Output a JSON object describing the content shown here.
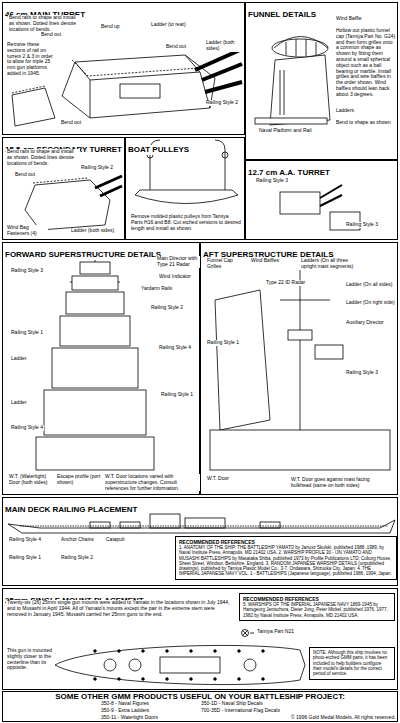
{
  "diagram": {
    "nodes": [
      {
        "text": [
          "46 cm MAIN TURRET"
        ]
      },
      {
        "text": [
          "FUNNEL DETAILS"
        ]
      },
      {
        "text": [
          "15.5 cm SECONDARY TURRET"
        ]
      },
      {
        "text": [
          "BOAT PULLEYS"
        ]
      },
      {
        "text": [
          "12.7 cm A.A. TURRET"
        ]
      },
      {
        "text": [
          "FORWARD SUPERSTRUCTURE DETAILS"
        ]
      },
      {
        "text": [
          "AFT SUPERSTRUCTURE DETAILS"
        ]
      },
      {
        "text": [
          "MAIN DECK RAILING PLACEMENT"
        ]
      },
      {
        "text": [
          "RECOMMENDED REFERENCES",
          "1. ANATOMY OF THE SHIP: THE BATTLESHIP YAMATO by Janusz Skulski, published 1988, 1989, by Naval Institute Press, Annapolis, MD 21402 USA. 2. WARSHIP PROFILE 30 - IJN YAMATO AND MUSASHI BATTLESHIPS by Masataka Shiba, published 1973 by Profile Publications LTD, Coburg House, Sheet Street, Windsor, Berkshire, England. 3. RANDOM JAPANESE WARSHIP DETAILS (unpublished drawings), published by Tamiya Plastic Model Co., 3-7, Ondawara, Shizuoka City, Japan. 4. THE IMPERIAL JAPANESE NAVY VOL. 1 - BATTLESHIPS (Japanese language), published 1986, 1994, Japan."
        ],
        "in": 7
      },
      {
        "text": [
          "25mm SINGLE MOUNT PLACEMENT"
        ]
      },
      {
        "text": [
          "RECOMMENDED REFERENCES",
          "5. WARSHIPS OF THE IMPERIAL JAPANESE NAVY 1869-1945 by Hansgeorg Jentschura, Dieter Jung, Peter Mickel, published 1976, 1977, 1982 by Naval Institute Press, Annapolis, MD 21402 USA."
        ],
        "in": 9
      },
      {
        "text": [
          "NOTE: Although this ship involves no photo-etched GMM parts, it has been included to help builders configure their model's details for the correct period of service."
        ],
        "in": 9
      },
      {
        "text": [
          "SOME OTHER GMM PRODUCTS USEFUL ON YOUR BATTLESHIP PROJECT:"
        ]
      }
    ],
    "labels": [
      "Bend rails to shape and install as shown. Dotted lines denote locations of bends.",
      "Bend out",
      "Bend up",
      "Ladder (to rear)",
      "Remove these sections of rail on turrets 2 & 3 in order to allow for triple 25 mm gun platforms added in 1945.",
      "Bend out",
      "Ladder (both sides)",
      "Bend out",
      "Railing Style 2",
      "Naval Platform and Rail",
      "Wind Baffle",
      "Hollow out plastic funnel cap (Tamiya Part No. G24) and then form grilles onto a common shape as shown by fitting them around a small spherical object such as a ball bearing or marble. Install grilles and wire baffles in the order shown. Wind baffles should lean back about 3 degrees.",
      "Ladders",
      "Bend to shape as shown",
      "Bend rails to shape and install as shown. Dotted lines denote locations of bends.",
      "Bend out",
      "Wind Bag Fasteners (4)",
      "Ladder (both sides)",
      "Railing Style 2",
      "Remove molded plastic pulleys from Tamiya Parts H16 and B8. Cut etched versions to desired length and install as shown.",
      "Railing Style 3",
      "Railing Style 3",
      "Main Director with Type 21 Radar",
      "Wind Indicator",
      "Yardarm Rails",
      "Railing Style 3",
      "Railing Style 2",
      "Railing Style 1",
      "Ladder",
      "Railing Style 4",
      "Railing Style 1",
      "Ladder",
      "Railing Style 4",
      "W.T. (Watertight) Door (both sides)",
      "Escape profile (port shown)",
      "W.T. Door locations varied with superstructure changes. Consult references for further information.",
      "Funnel Cap Grilles",
      "Wind Baffles",
      "Ladders (On all three upright mast segments)",
      "Type 22 ID Radar",
      "Ladder (On all sides)",
      "Ladder (On right side)",
      "Auxiliary Director",
      "Railing Style 1",
      "Railing Style 3",
      "W.T. Door",
      "W.T. Door goes against mast facing bulkhead (same on both sides)",
      "Railing Style 4",
      "Anchor Chains",
      "Catapult",
      "Railing Style 1",
      "Railing Style 2",
      "Twenty-six (26) 25mm single gun mounts were added to Yamato in the locations shown in July 1944, and to Musashi in April 1944. All of Yamato's mounts except the pair in the extreme stern were removed in January 1945. Musashi carried her 25mm guns to the end.",
      "Tamiya Part N21",
      "This gun is mounted slightly closer to the centerline than its opposite.",
      "350-8 - Naval Figures",
      "350-9 - Extra Ladders",
      "350-11 - Watertight Doors",
      "350-1D - Naval Ship Decals",
      "700-35D - International Flag Decals",
      "© 1996 Gold Medal Models. All rights reserved."
    ]
  }
}
